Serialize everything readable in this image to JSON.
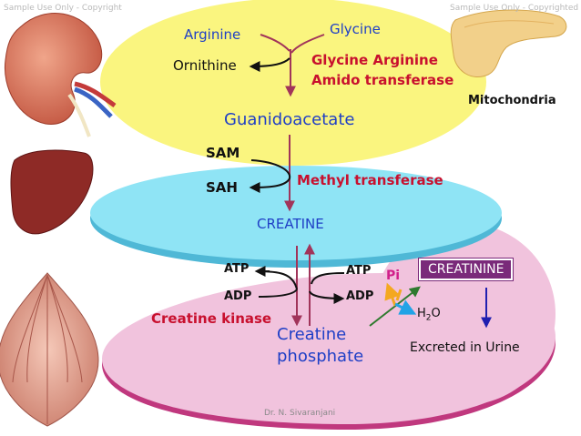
{
  "reactants": {
    "arginine": "Arginine",
    "glycine": "Glycine",
    "ornithine": "Ornithine"
  },
  "enzymes": {
    "amidinotransferase_line1": "Glycine Arginine",
    "amidinotransferase_line2": "Amido transferase",
    "methyltransferase": "Methyl transferase",
    "creatine_kinase": "Creatine kinase"
  },
  "location": "Mitochondria",
  "metabolites": {
    "guanidoacetate": "Guanidoacetate",
    "sam": "SAM",
    "sah": "SAH",
    "creatine": "CREATINE",
    "creatine_phosphate_line1": "Creatine",
    "creatine_phosphate_line2": "phosphate",
    "atp_left": "ATP",
    "adp_left": "ADP",
    "atp_right": "ATP",
    "adp_right": "ADP",
    "pi": "Pi",
    "water_h": "H",
    "water_sub": "2",
    "water_o": "O",
    "creatinine": "CREATININE",
    "excreted": "Excreted in Urine"
  },
  "credit": "Dr. N. Sivaranjani",
  "watermarks": {
    "w1": "Sample Use Only - Copyright",
    "w2": "Sample Use Only - Copyrighted"
  },
  "colors": {
    "yellow_disc": "#faf57f",
    "cyan_disc": "#8fe4f5",
    "cyan_edge": "#4fb8d6",
    "pink_disc": "#f1c3dd",
    "pink_edge": "#cf3f8b",
    "arrow_maroon": "#a1345a",
    "creatinine_box": "#7a2a7a"
  }
}
